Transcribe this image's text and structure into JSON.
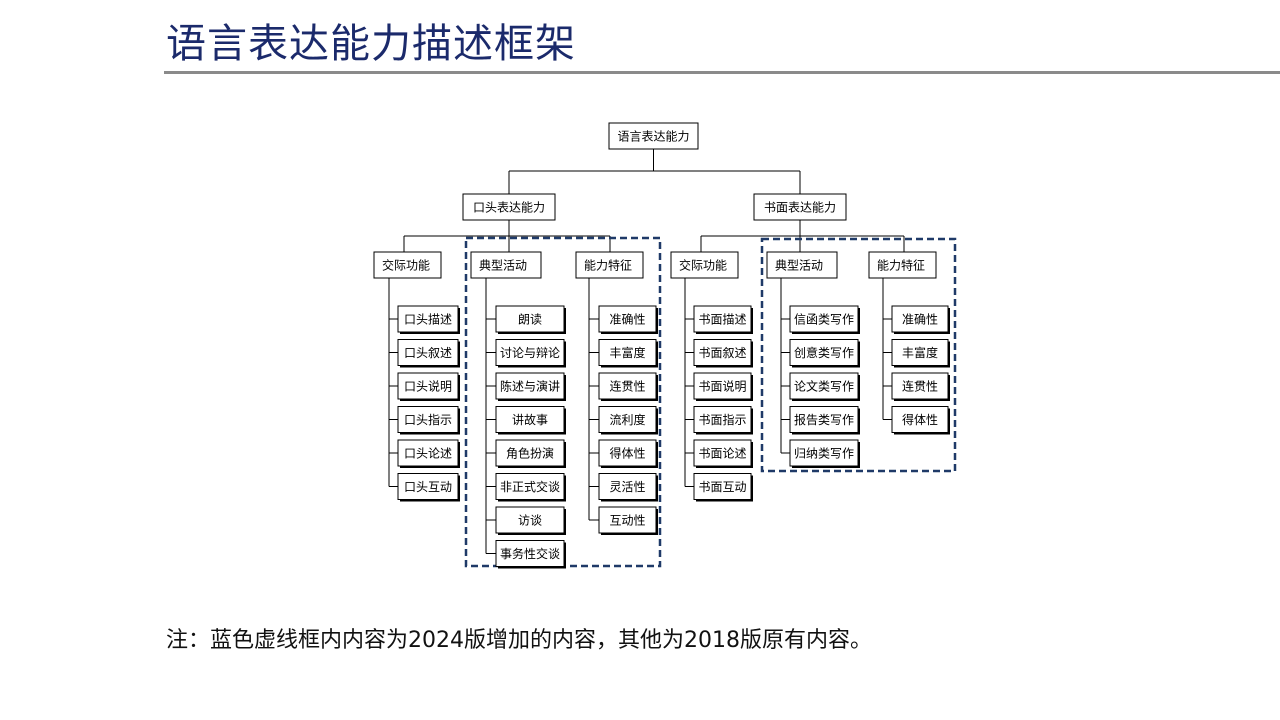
{
  "page": {
    "title": "语言表达能力描述框架",
    "note": "注：蓝色虚线框内内容为2024版增加的内容，其他为2018版原有内容。"
  },
  "colors": {
    "title": "#1b2a6b",
    "dashed_box": "#1f3a68",
    "rule": "#8a8a8a"
  },
  "diagram": {
    "root": "语言表达能力",
    "branches": [
      {
        "label": "口头表达能力",
        "groups": [
          {
            "label": "交际功能",
            "items": [
              "口头描述",
              "口头叙述",
              "口头说明",
              "口头指示",
              "口头论述",
              "口头互动"
            ]
          },
          {
            "label": "典型活动",
            "items": [
              "朗读",
              "讨论与辩论",
              "陈述与演讲",
              "讲故事",
              "角色扮演",
              "非正式交谈",
              "访谈",
              "事务性交谈"
            ]
          },
          {
            "label": "能力特征",
            "items": [
              "准确性",
              "丰富度",
              "连贯性",
              "流利度",
              "得体性",
              "灵活性",
              "互动性"
            ]
          }
        ]
      },
      {
        "label": "书面表达能力",
        "groups": [
          {
            "label": "交际功能",
            "items": [
              "书面描述",
              "书面叙述",
              "书面说明",
              "书面指示",
              "书面论述",
              "书面互动"
            ]
          },
          {
            "label": "典型活动",
            "items": [
              "信函类写作",
              "创意类写作",
              "论文类写作",
              "报告类写作",
              "归纳类写作"
            ]
          },
          {
            "label": "能力特征",
            "items": [
              "准确性",
              "丰富度",
              "连贯性",
              "得体性"
            ]
          }
        ]
      }
    ]
  }
}
